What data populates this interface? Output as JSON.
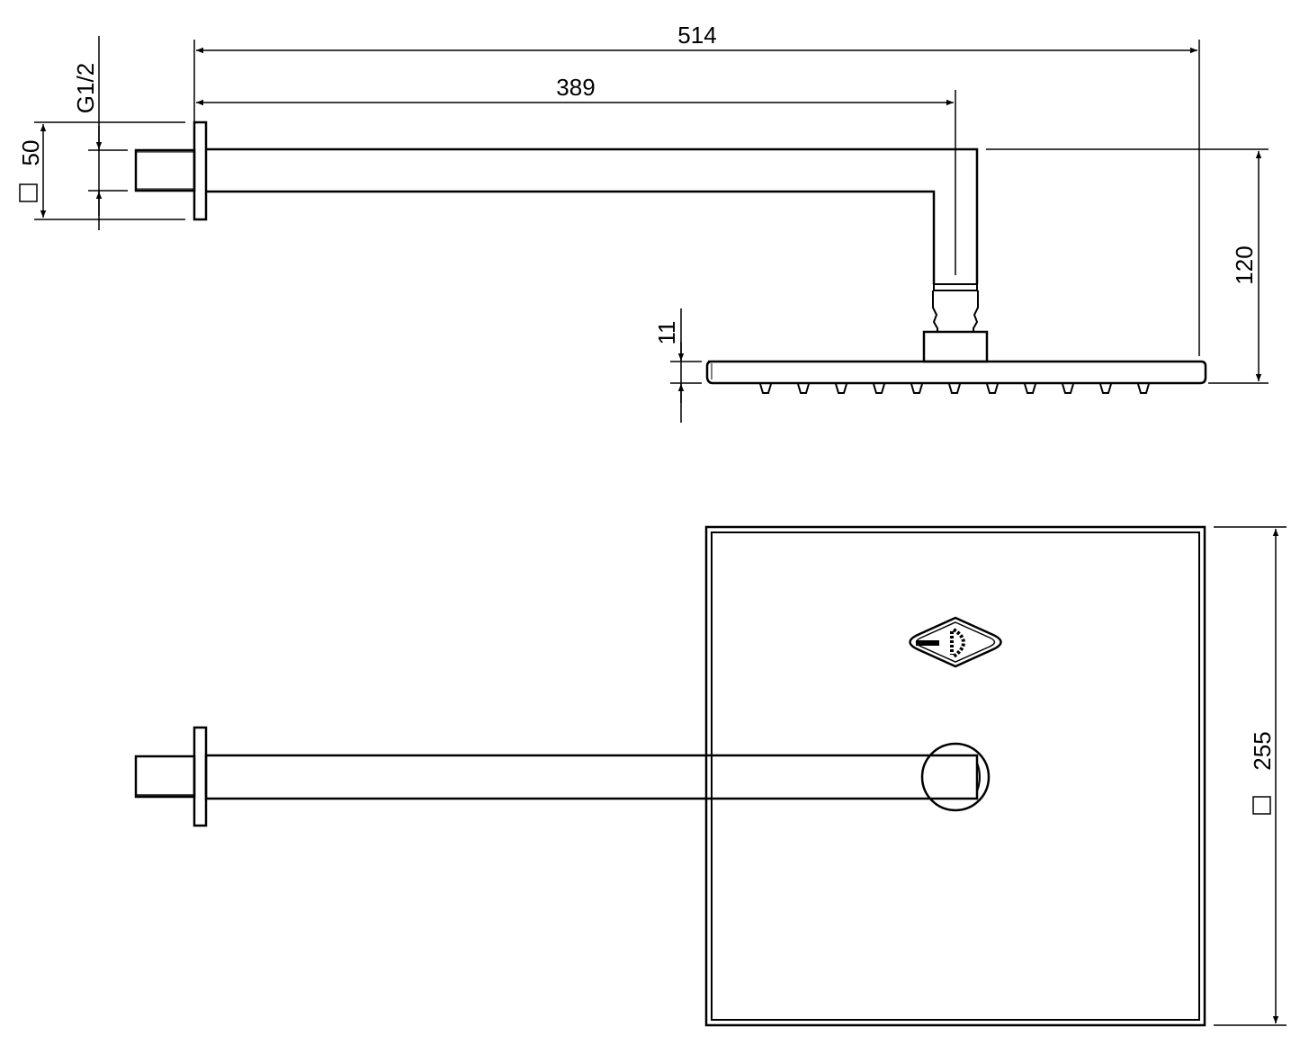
{
  "drawing": {
    "type": "technical-drawing",
    "subject": "wall-mounted shower arm with square rain shower head",
    "views": [
      "side-elevation",
      "top-plan"
    ],
    "line_color": "#000000",
    "background": "#ffffff"
  },
  "dimensions": {
    "overall_length": {
      "label": "514",
      "unit": "mm"
    },
    "arm_length": {
      "label": "389",
      "unit": "mm"
    },
    "thread": {
      "label": "G1/2"
    },
    "flange_square": {
      "symbol": "□",
      "label": "50"
    },
    "drop_height": {
      "label": "120"
    },
    "head_thickness": {
      "label": "11"
    },
    "head_square": {
      "symbol": "□",
      "label": "255"
    }
  },
  "logo": {
    "name": "brand-logo-badge"
  }
}
